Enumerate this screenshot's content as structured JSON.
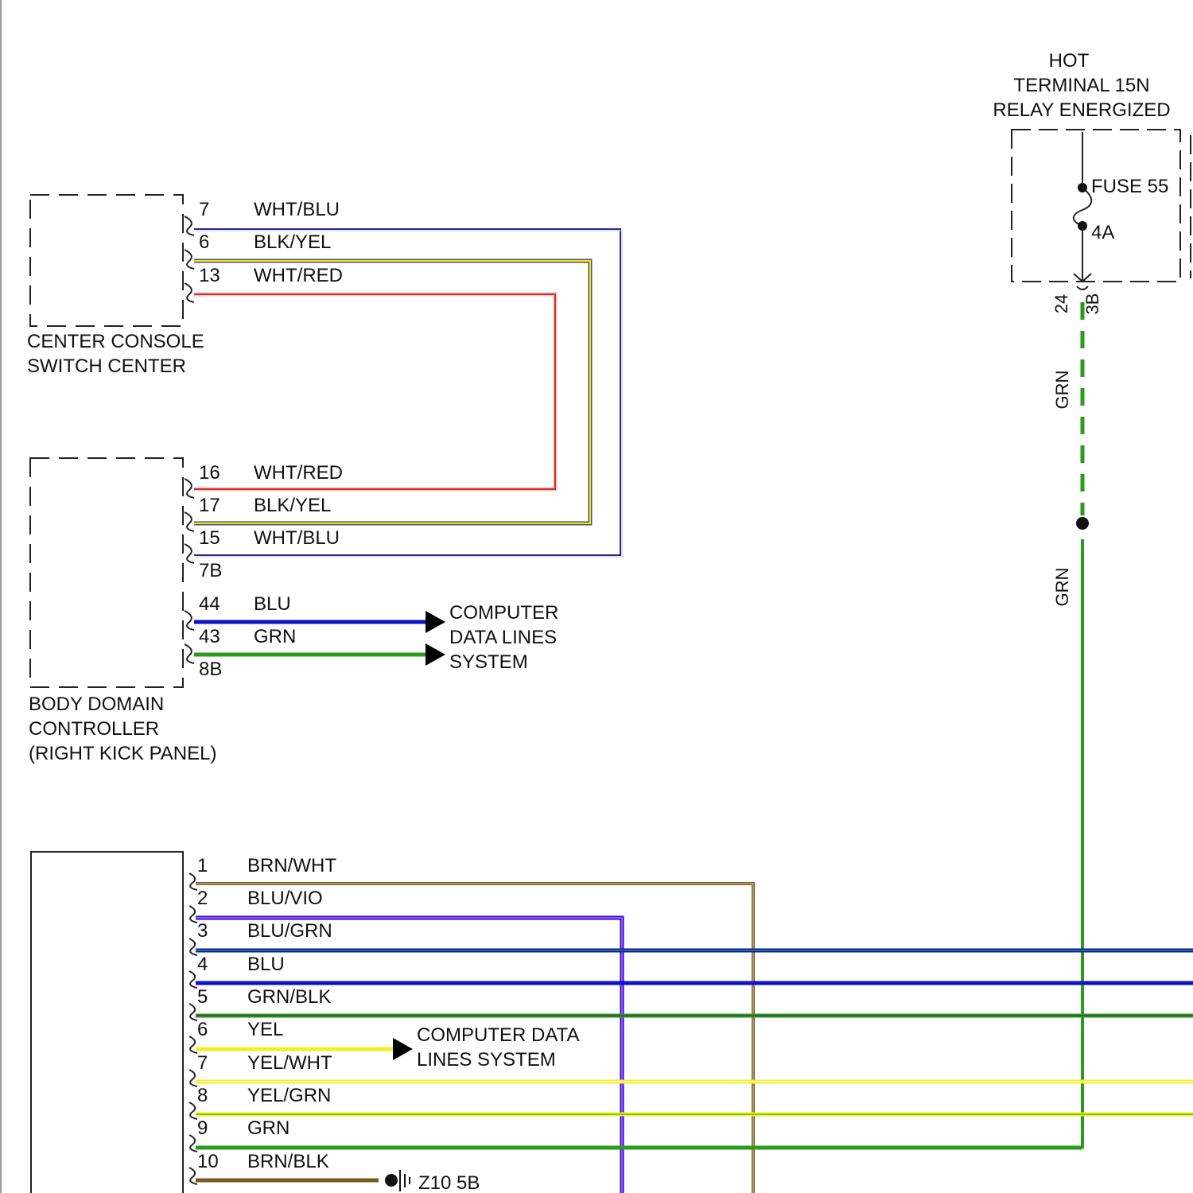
{
  "hot_label": {
    "line1": "HOT",
    "line2": "TERMINAL 15N",
    "line3": "RELAY ENERGIZED"
  },
  "fuse": {
    "name": "FUSE 55",
    "rating": "4A",
    "pin_left": "24",
    "pin_right": "3B",
    "wire_color_label": "GRN"
  },
  "splice_wire_label": "GRN",
  "center_console": {
    "name_line1": "CENTER CONSOLE",
    "name_line2": "SWITCH CENTER",
    "pins": [
      {
        "num": "7",
        "label": "WHT/BLU"
      },
      {
        "num": "6",
        "label": "BLK/YEL"
      },
      {
        "num": "13",
        "label": "WHT/RED"
      }
    ]
  },
  "body_domain": {
    "name_line1": "BODY DOMAIN",
    "name_line2": "CONTROLLER",
    "name_line3": "(RIGHT KICK PANEL)",
    "connector_a": "7B",
    "connector_b": "8B",
    "pins": [
      {
        "num": "16",
        "label": "WHT/RED"
      },
      {
        "num": "17",
        "label": "BLK/YEL"
      },
      {
        "num": "15",
        "label": "WHT/BLU"
      },
      {
        "num": "44",
        "label": "BLU"
      },
      {
        "num": "43",
        "label": "GRN"
      }
    ]
  },
  "computer_data_lines_1": {
    "line1": "COMPUTER",
    "line2": "DATA LINES",
    "line3": "SYSTEM"
  },
  "computer_data_lines_2": {
    "line1": "COMPUTER DATA",
    "line2": "LINES SYSTEM"
  },
  "bottom_module": {
    "pins": [
      {
        "num": "1",
        "label": "BRN/WHT"
      },
      {
        "num": "2",
        "label": "BLU/VIO"
      },
      {
        "num": "3",
        "label": "BLU/GRN"
      },
      {
        "num": "4",
        "label": "BLU"
      },
      {
        "num": "5",
        "label": "GRN/BLK"
      },
      {
        "num": "6",
        "label": "YEL"
      },
      {
        "num": "7",
        "label": "YEL/WHT"
      },
      {
        "num": "8",
        "label": "YEL/GRN"
      },
      {
        "num": "9",
        "label": "GRN"
      },
      {
        "num": "10",
        "label": "BRN/BLK"
      }
    ]
  },
  "ground": {
    "label": "Z10 5B"
  },
  "colors": {
    "WHT/BLU": "#2a2a8c",
    "BLK/YEL": "#c8c820",
    "WHT/RED": "#d03030",
    "BLU": "#1010c8",
    "GRN": "#2c9a1c",
    "BRN": "#7a5a20",
    "VIO": "#a020f0",
    "YEL": "#f0f020"
  }
}
